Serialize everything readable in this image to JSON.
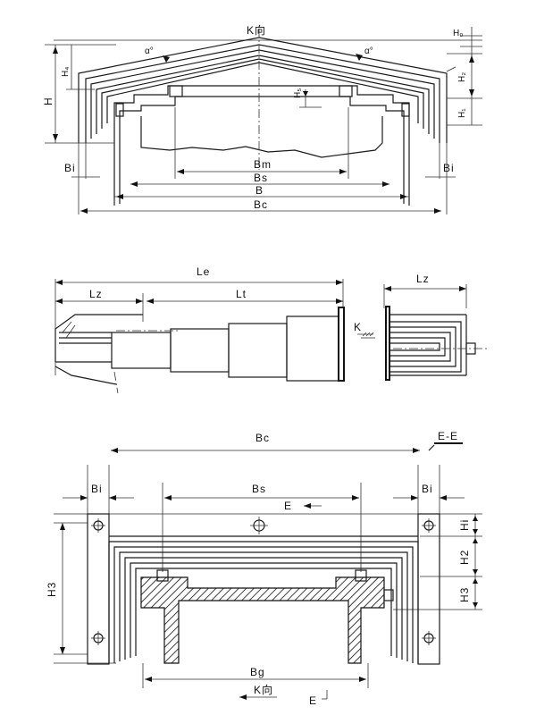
{
  "view1": {
    "k_dir": "K向",
    "alpha_left": "α°",
    "alpha_right": "α°",
    "h0": "H₀",
    "h4": "H₄",
    "h": "H",
    "h2": "H₂",
    "h5": "H₅",
    "h1": "H₁",
    "bi_left": "Bi",
    "bi_right": "Bi",
    "bm": "Bm",
    "bs": "Bs",
    "b": "B",
    "bc": "Bc"
  },
  "view2": {
    "le": "Le",
    "lz": "Lz",
    "lt": "Lt",
    "k": "K",
    "lz_right": "Lz"
  },
  "view3": {
    "bc": "Bc",
    "section": "E-E",
    "bi_left": "Bi",
    "bs": "Bs",
    "bi_right": "Bi",
    "e_top": "E",
    "hi": "Hi",
    "h2": "H2",
    "h3_left": "H3",
    "h3_right": "H3",
    "bg": "Bg",
    "k_dir": "K向",
    "e_bottom": "E"
  }
}
